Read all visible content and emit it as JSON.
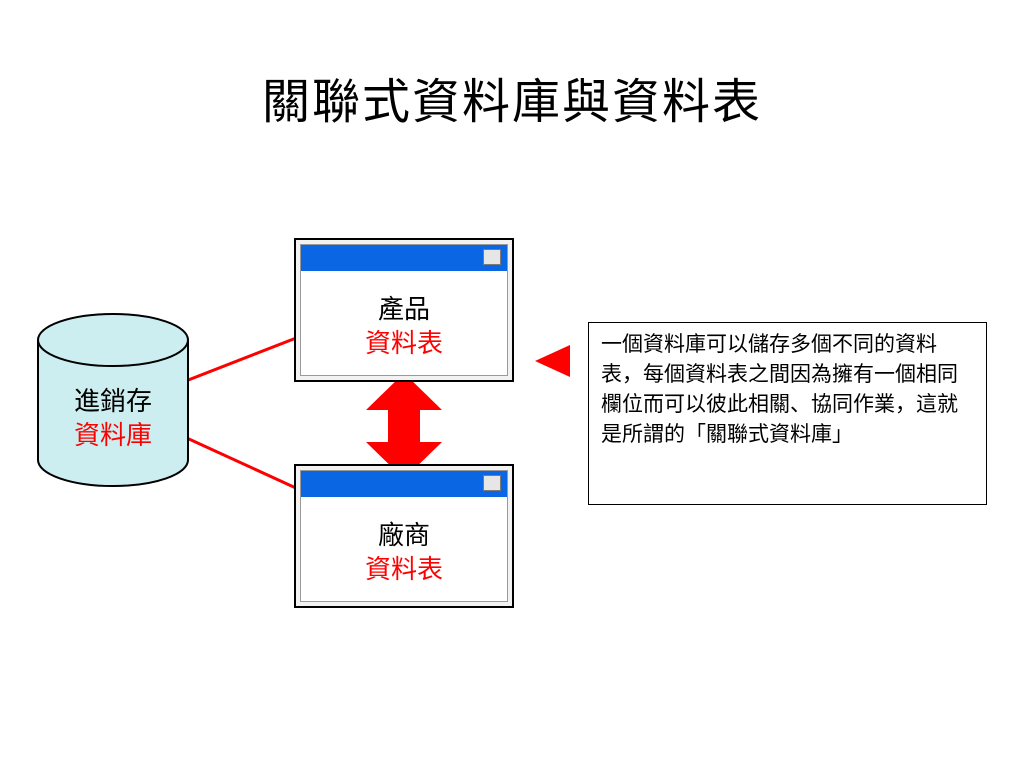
{
  "title": "關聯式資料庫與資料表",
  "database": {
    "line1": "進銷存",
    "line2": "資料庫"
  },
  "product_table": {
    "line1": "產品",
    "line2": "資料表"
  },
  "vendor_table": {
    "line1": "廠商",
    "line2": "資料表"
  },
  "description": "一個資料庫可以儲存多個不同的資料表，每個資料表之間因為擁有一個相同欄位而可以彼此相關、協同作業，這就是所謂的「關聯式資料庫」",
  "colors": {
    "titlebar": "#0b66e4",
    "cylinder_fill": "#cdeef0",
    "connector_line": "#ff0000",
    "arrow_fill": "#ff0000",
    "highlight_text": "#ff0000"
  },
  "icons": [
    "database-cylinder-icon",
    "double-arrow-icon",
    "pointer-triangle-icon",
    "window-button-icon"
  ]
}
